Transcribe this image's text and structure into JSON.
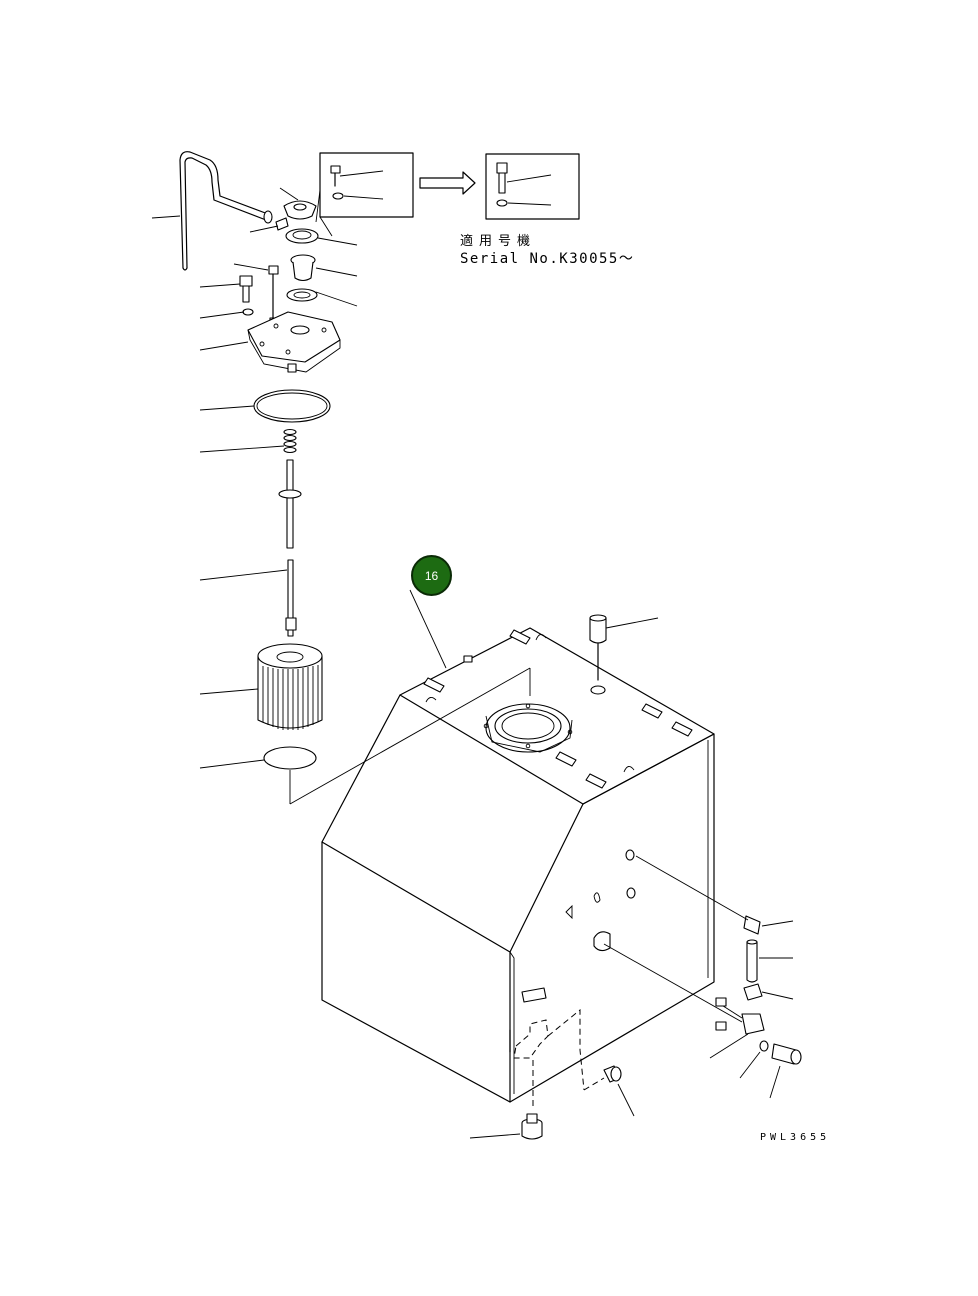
{
  "notes": {
    "applicable_label": "適用号機",
    "serial_label": "Serial No.K30055～"
  },
  "drawing_number": "PWL3655",
  "callouts": [
    {
      "number": "16",
      "color": "#1d6b12"
    }
  ]
}
